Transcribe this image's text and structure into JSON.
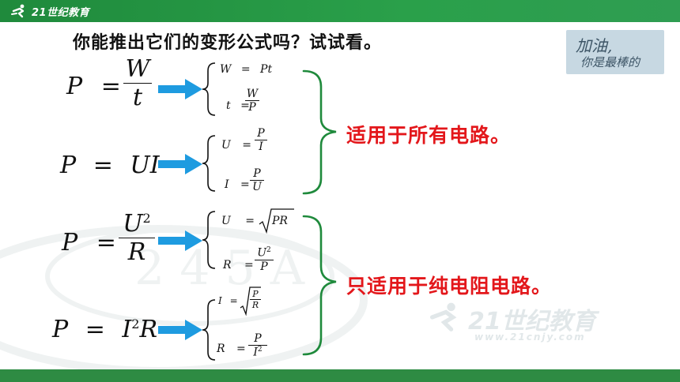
{
  "header": {
    "logo_text": "21世纪教育",
    "accent_color": "#2aa04a"
  },
  "heading": "你能推出它们的变形公式吗？试试看。",
  "sticker": {
    "line1": "加油,",
    "line2": "你是最棒的"
  },
  "watermark": {
    "logo_text": "21世纪教育",
    "url_text": "www.21cnjy.com"
  },
  "formulas": {
    "f1": {
      "lhs": "P",
      "num": "W",
      "den": "t",
      "d1_lhs": "W",
      "d1_rhs": "Pt",
      "d2_lhs": "t",
      "d2_num": "W",
      "d2_den": "P"
    },
    "f2": {
      "lhs": "P",
      "rhs": "UI",
      "d1_lhs": "U",
      "d1_num": "P",
      "d1_den": "I",
      "d2_lhs": "I",
      "d2_num": "P",
      "d2_den": "U"
    },
    "f3": {
      "lhs": "P",
      "num": "U",
      "num_sup": "2",
      "den": "R",
      "d1_lhs": "U",
      "d1_rad": "PR",
      "d2_lhs": "R",
      "d2_num": "U",
      "d2_num_sup": "2",
      "d2_den": "P"
    },
    "f4": {
      "lhs": "P",
      "rhs_a": "I",
      "rhs_sup": "2",
      "rhs_b": "R",
      "d1_lhs": "I",
      "d1_rad_num": "P",
      "d1_rad_den": "R",
      "d2_lhs": "R",
      "d2_num": "P",
      "d2_den": "I",
      "d2_den_sup": "2"
    },
    "equals": "="
  },
  "notes": {
    "all_circuits": "适用于所有电路。",
    "pure_resistive": "只适用于纯电阻电路。",
    "color": "#e3171b"
  },
  "arrow_color": "#1e9be0"
}
